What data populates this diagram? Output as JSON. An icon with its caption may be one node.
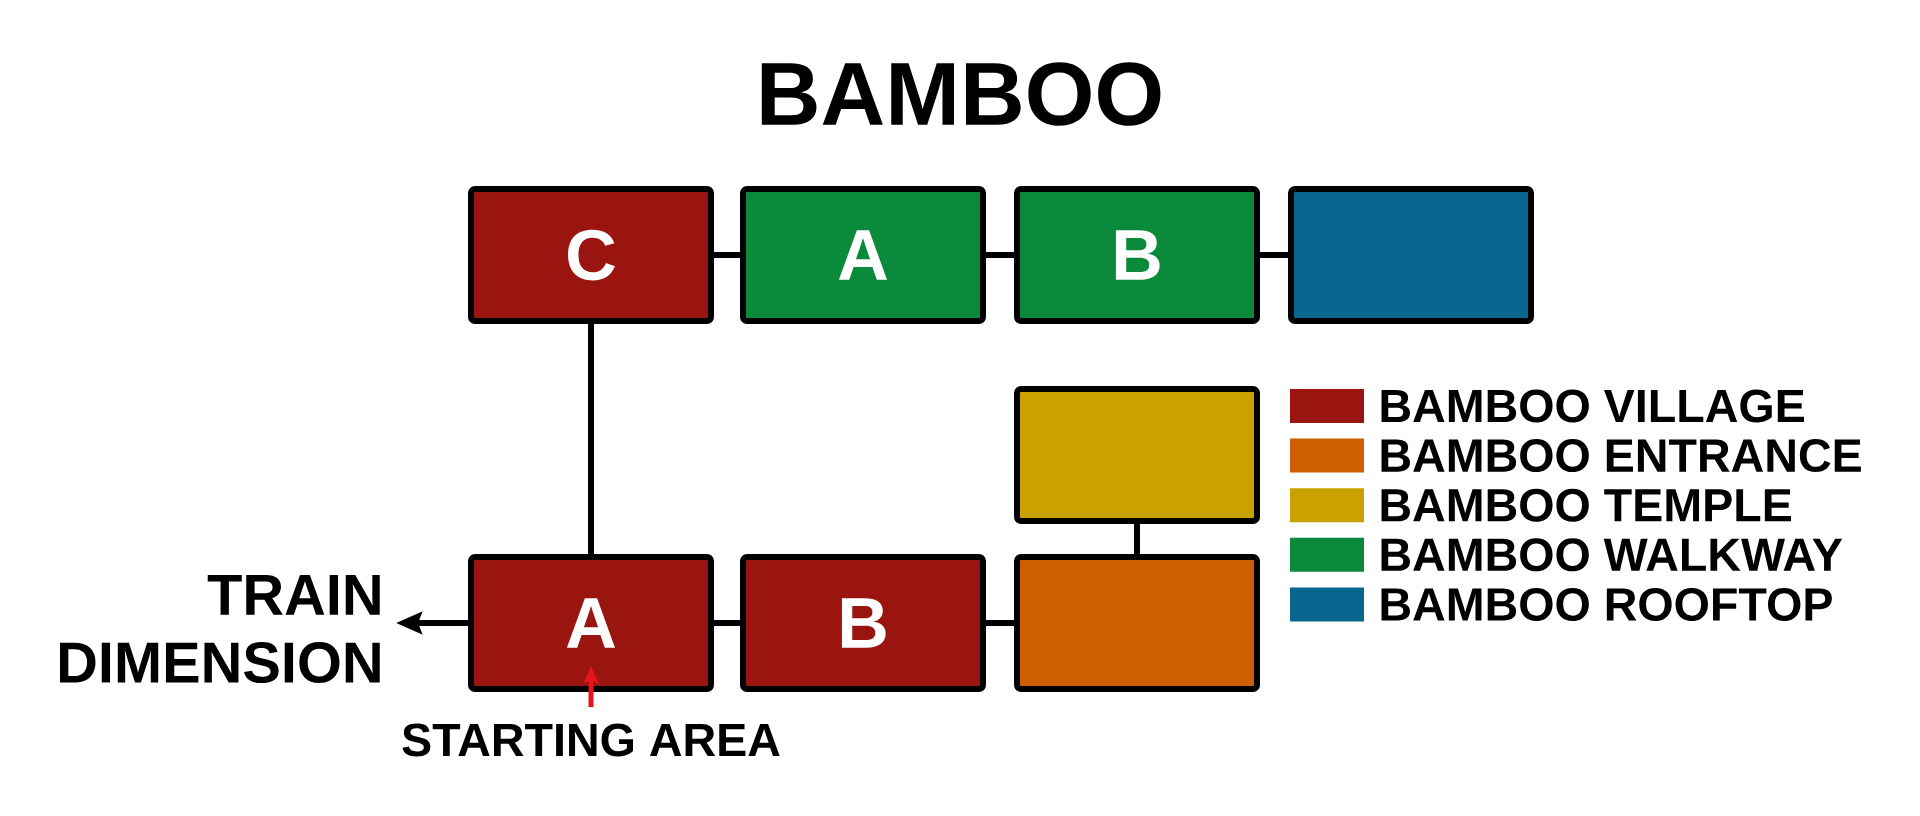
{
  "diagram": {
    "title": "BAMBOO",
    "nodes": [
      {
        "text": [
          "C"
        ]
      },
      {
        "text": [
          "A"
        ]
      },
      {
        "text": [
          "B"
        ]
      },
      {
        "text": [],
        "shape": "box"
      },
      {
        "text": [],
        "shape": "box"
      },
      {
        "text": [
          "TRAIN DIMENSION"
        ]
      },
      {
        "text": [
          "A"
        ]
      },
      {
        "text": [
          "B"
        ]
      },
      {
        "text": [],
        "shape": "box"
      },
      {
        "text": [
          "STARTING AREA"
        ]
      }
    ],
    "edges": [
      {
        "from": 0,
        "to": 1,
        "arrow": "none"
      },
      {
        "from": 1,
        "to": 2,
        "arrow": "none"
      },
      {
        "from": 2,
        "to": 3,
        "arrow": "none"
      },
      {
        "from": 0,
        "to": 6,
        "arrow": "none"
      },
      {
        "from": 4,
        "to": 8,
        "arrow": "none"
      },
      {
        "from": 6,
        "to": 5,
        "arrow": "to"
      },
      {
        "from": 6,
        "to": 7,
        "arrow": "none"
      },
      {
        "from": 7,
        "to": 8,
        "arrow": "none"
      },
      {
        "from": 9,
        "to": 6,
        "arrow": "to",
        "color": "#e3161e"
      }
    ],
    "legend": [
      {
        "text": "BAMBOO VILLAGE",
        "color": "#9a1410"
      },
      {
        "text": "BAMBOO ENTRANCE",
        "color": "#cc5f00"
      },
      {
        "text": "BAMBOO TEMPLE",
        "color": "#c9a200"
      },
      {
        "text": "BAMBOO WALKWAY",
        "color": "#0b8a3c"
      },
      {
        "text": "BAMBOO ROOFTOP",
        "color": "#08668f"
      }
    ]
  }
}
